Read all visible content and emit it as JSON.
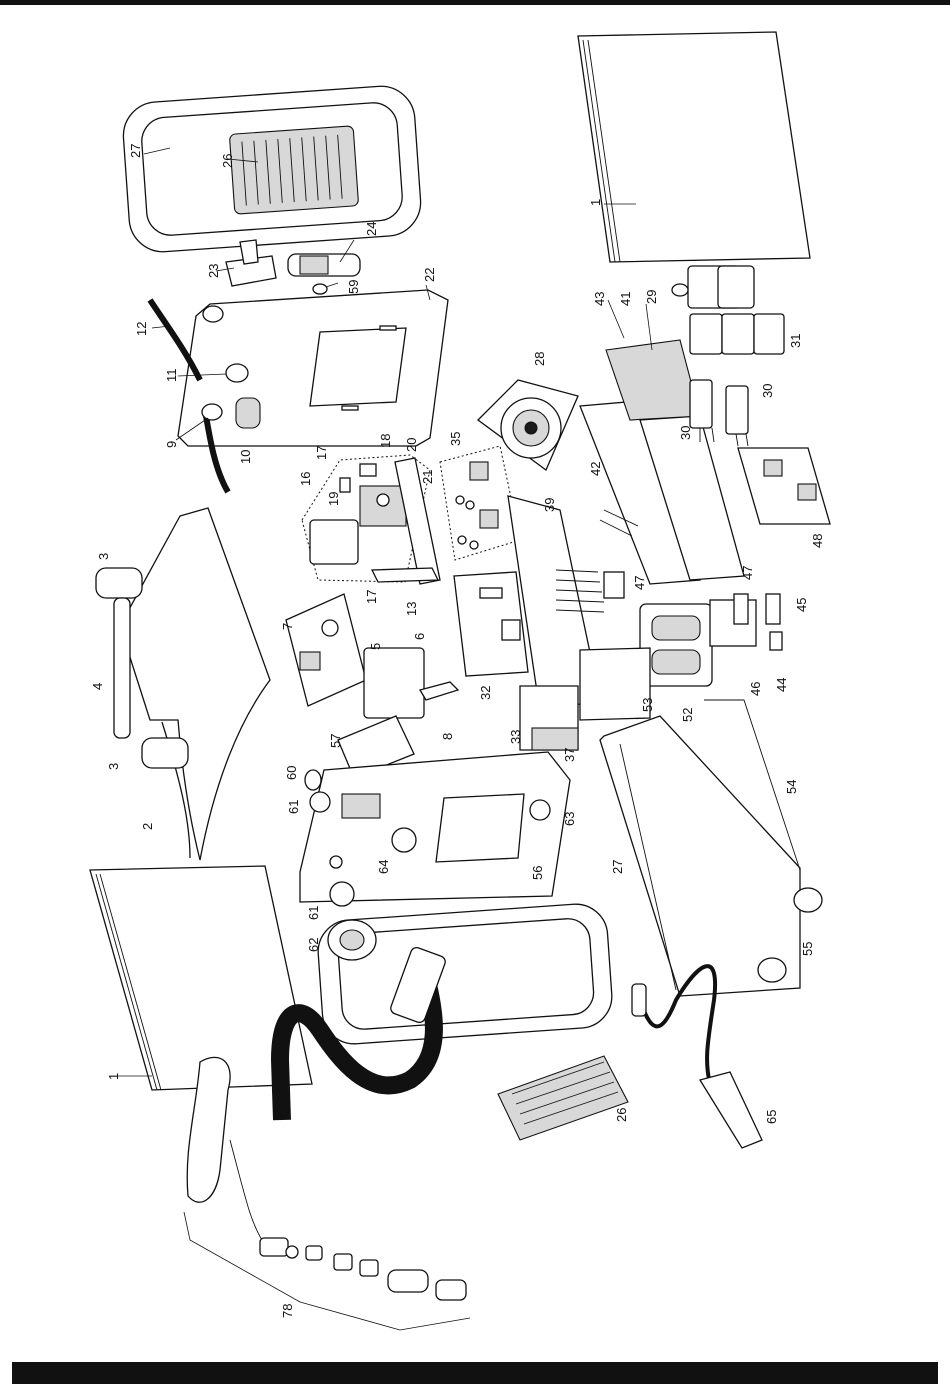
{
  "diagram": {
    "type": "exploded-parts-view",
    "callouts": [
      {
        "id": "c1a",
        "label": "1"
      },
      {
        "id": "c1b",
        "label": "1"
      },
      {
        "id": "c2",
        "label": "2"
      },
      {
        "id": "c3a",
        "label": "3"
      },
      {
        "id": "c3b",
        "label": "3"
      },
      {
        "id": "c4",
        "label": "4"
      },
      {
        "id": "c5",
        "label": "5"
      },
      {
        "id": "c6",
        "label": "6"
      },
      {
        "id": "c7",
        "label": "7"
      },
      {
        "id": "c8",
        "label": "8"
      },
      {
        "id": "c9",
        "label": "9"
      },
      {
        "id": "c10",
        "label": "10"
      },
      {
        "id": "c11",
        "label": "11"
      },
      {
        "id": "c12",
        "label": "12"
      },
      {
        "id": "c13",
        "label": "13"
      },
      {
        "id": "c16",
        "label": "16"
      },
      {
        "id": "c17a",
        "label": "17"
      },
      {
        "id": "c17b",
        "label": "17"
      },
      {
        "id": "c18",
        "label": "18"
      },
      {
        "id": "c19",
        "label": "19"
      },
      {
        "id": "c20",
        "label": "20"
      },
      {
        "id": "c21",
        "label": "21"
      },
      {
        "id": "c22",
        "label": "22"
      },
      {
        "id": "c23",
        "label": "23"
      },
      {
        "id": "c24",
        "label": "24"
      },
      {
        "id": "c26a",
        "label": "26"
      },
      {
        "id": "c26b",
        "label": "26"
      },
      {
        "id": "c27a",
        "label": "27"
      },
      {
        "id": "c27b",
        "label": "27"
      },
      {
        "id": "c28",
        "label": "28"
      },
      {
        "id": "c29",
        "label": "29"
      },
      {
        "id": "c30a",
        "label": "30"
      },
      {
        "id": "c30b",
        "label": "30"
      },
      {
        "id": "c31",
        "label": "31"
      },
      {
        "id": "c32",
        "label": "32"
      },
      {
        "id": "c33",
        "label": "33"
      },
      {
        "id": "c35",
        "label": "35"
      },
      {
        "id": "c37",
        "label": "37"
      },
      {
        "id": "c39",
        "label": "39"
      },
      {
        "id": "c41",
        "label": "41"
      },
      {
        "id": "c42",
        "label": "42"
      },
      {
        "id": "c43",
        "label": "43"
      },
      {
        "id": "c44",
        "label": "44"
      },
      {
        "id": "c45",
        "label": "45"
      },
      {
        "id": "c46",
        "label": "46"
      },
      {
        "id": "c47a",
        "label": "47"
      },
      {
        "id": "c47b",
        "label": "47"
      },
      {
        "id": "c48",
        "label": "48"
      },
      {
        "id": "c52",
        "label": "52"
      },
      {
        "id": "c53",
        "label": "53"
      },
      {
        "id": "c54",
        "label": "54"
      },
      {
        "id": "c55",
        "label": "55"
      },
      {
        "id": "c56",
        "label": "56"
      },
      {
        "id": "c57",
        "label": "57"
      },
      {
        "id": "c59",
        "label": "59"
      },
      {
        "id": "c60",
        "label": "60"
      },
      {
        "id": "c61a",
        "label": "61"
      },
      {
        "id": "c61b",
        "label": "61"
      },
      {
        "id": "c62",
        "label": "62"
      },
      {
        "id": "c63",
        "label": "63"
      },
      {
        "id": "c64",
        "label": "64"
      },
      {
        "id": "c65",
        "label": "65"
      },
      {
        "id": "c78",
        "label": "78"
      }
    ]
  }
}
